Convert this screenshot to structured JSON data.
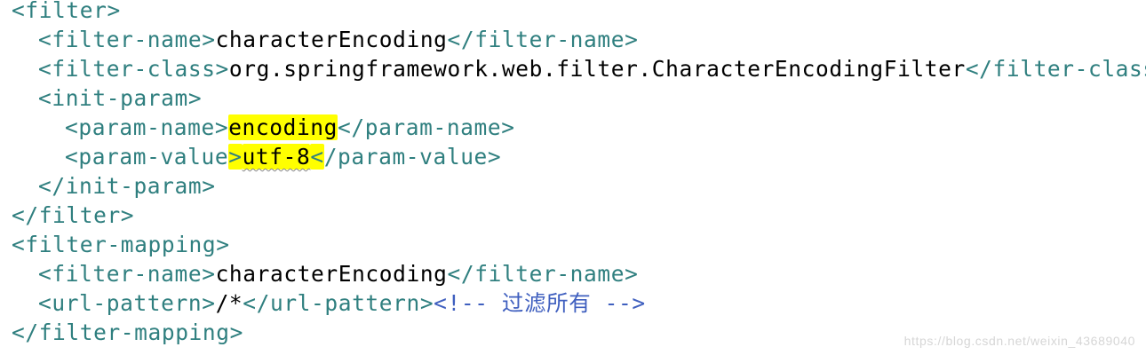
{
  "code": {
    "l1_open": "<filter>",
    "l2_open": "<filter-name>",
    "l2_text": "characterEncoding",
    "l2_close": "</filter-name>",
    "l3_open": "<filter-class>",
    "l3_text": "org.springframework.web.filter.CharacterEncodingFilter",
    "l3_close": "</filter-class>",
    "l4_open": "<init-param>",
    "l5_open": "<param-name>",
    "l5_text": "encoding",
    "l5_close": "</param-name>",
    "l6_open": "<param-value",
    "l6_gt": ">",
    "l6_text": "utf-8",
    "l6_lt": "<",
    "l6_close": "/param-value>",
    "l7_close": "</init-param>",
    "l8_close": "</filter>",
    "l9_open": "<filter-mapping>",
    "l10_open": "<filter-name>",
    "l10_text": "characterEncoding",
    "l10_close": "</filter-name>",
    "l11_open": "<url-pattern>",
    "l11_text": "/*",
    "l11_close": "</url-pattern>",
    "l11_comment": "<!-- 过滤所有 -->",
    "l12_close": "</filter-mapping>"
  },
  "watermark": "https://blog.csdn.net/weixin_43689040",
  "colors": {
    "tag": "#2f7f7f",
    "text": "#000000",
    "comment": "#3f5fbf",
    "highlight": "#ffff00"
  }
}
